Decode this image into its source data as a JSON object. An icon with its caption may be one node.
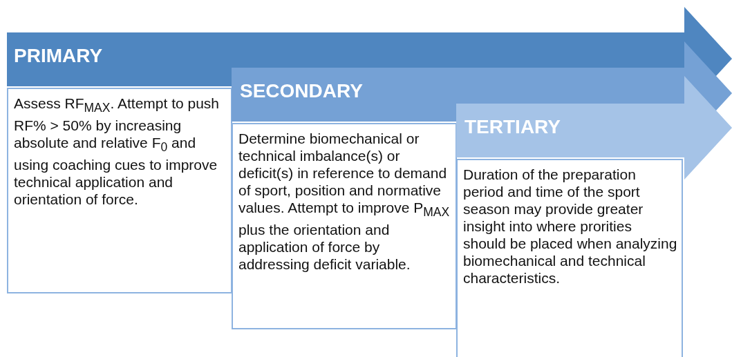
{
  "diagram": {
    "nodes": [
      {
        "text": [
          "PRIMARY"
        ]
      },
      {
        "text": [
          "Assess RF$_{MAX}$. Attempt to push RF% > 50% by increasing absolute and relative F$_{0}$ and using coaching cues to improve technical application and orientation of force."
        ]
      },
      {
        "text": [
          "SECONDARY"
        ]
      },
      {
        "text": [
          "Determine biomechanical or technical imbalance(s) or deficit(s) in reference to demand of sport, position and normative values. Attempt to improve P$_{MAX}$ plus the orientation and application of force by addressing deficit variable."
        ]
      },
      {
        "text": [
          "TERTIARY"
        ]
      },
      {
        "text": [
          "Duration of the preparation period and time of the sport season may provide greater insight into where prorities should be placed when analyzing biomechanical and technical characteristics."
        ]
      }
    ]
  }
}
